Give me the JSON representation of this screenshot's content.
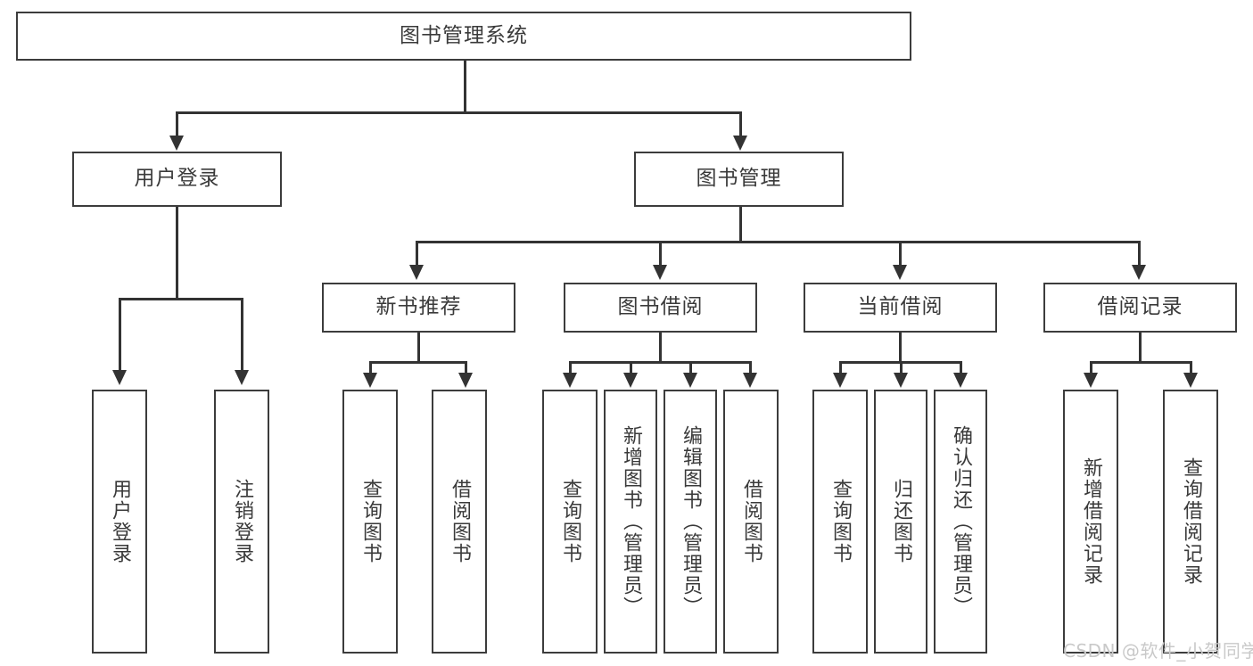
{
  "diagram": {
    "type": "tree-hierarchy",
    "root": {
      "label": "图书管理系统"
    },
    "level2": [
      {
        "label": "用户登录"
      },
      {
        "label": "图书管理"
      }
    ],
    "level3": [
      {
        "label": "新书推荐"
      },
      {
        "label": "图书借阅"
      },
      {
        "label": "当前借阅"
      },
      {
        "label": "借阅记录"
      }
    ],
    "leaves": {
      "user_login": [
        {
          "label": "用户登录"
        },
        {
          "label": "注销登录"
        }
      ],
      "new_book_recommend": [
        {
          "label": "查询图书"
        },
        {
          "label": "借阅图书"
        }
      ],
      "book_borrow": [
        {
          "label": "查询图书"
        },
        {
          "label": "新增图书（管理员）"
        },
        {
          "label": "编辑图书（管理员）"
        },
        {
          "label": "借阅图书"
        }
      ],
      "current_borrow": [
        {
          "label": "查询图书"
        },
        {
          "label": "归还图书"
        },
        {
          "label": "确认归还（管理员）"
        }
      ],
      "borrow_record": [
        {
          "label": "新增借阅记录"
        },
        {
          "label": "查询借阅记录"
        }
      ]
    }
  },
  "watermark": {
    "text": "CSDN @软件_小贺同学"
  },
  "colors": {
    "border": "#3c3c3c",
    "line": "#333333",
    "text": "#3a3a3a",
    "background": "#ffffff",
    "watermark": "#c9c9c9"
  }
}
